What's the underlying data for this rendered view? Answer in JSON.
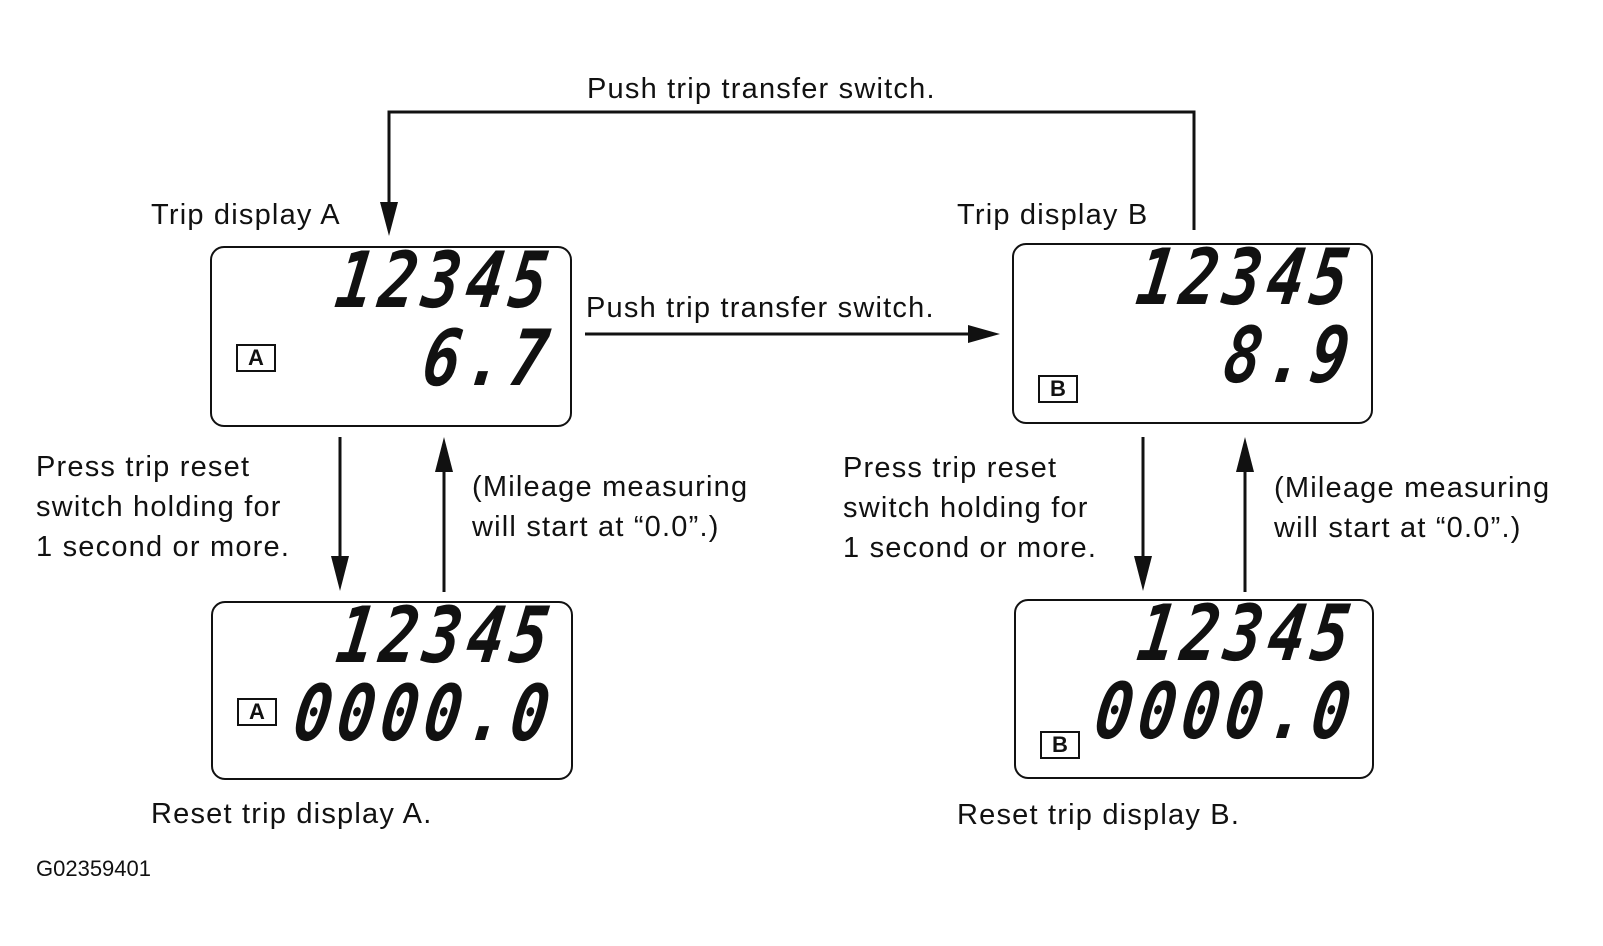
{
  "top_label": "Push trip transfer switch.",
  "middle_label": "Push trip transfer switch.",
  "panel_a": {
    "title": "Trip display A",
    "odometer": "12345",
    "trip_value": "6.7",
    "badge": "A",
    "reset_text": [
      "Press trip reset",
      "switch holding for",
      "1 second or more."
    ],
    "resume_text": [
      "(Mileage measuring",
      "will start at “0.0”.)"
    ],
    "reset_display": {
      "odometer": "12345",
      "trip_value": "0000.0",
      "badge": "A"
    },
    "reset_caption": "Reset trip display A."
  },
  "panel_b": {
    "title": "Trip display B",
    "odometer": "12345",
    "trip_value": "8.9",
    "badge": "B",
    "reset_text": [
      "Press trip reset",
      "switch holding for",
      "1 second or more."
    ],
    "resume_text": [
      "(Mileage measuring",
      "will start at “0.0”.)"
    ],
    "reset_display": {
      "odometer": "12345",
      "trip_value": "0000.0",
      "badge": "B"
    },
    "reset_caption": "Reset trip display B."
  },
  "figure_code": "G02359401"
}
